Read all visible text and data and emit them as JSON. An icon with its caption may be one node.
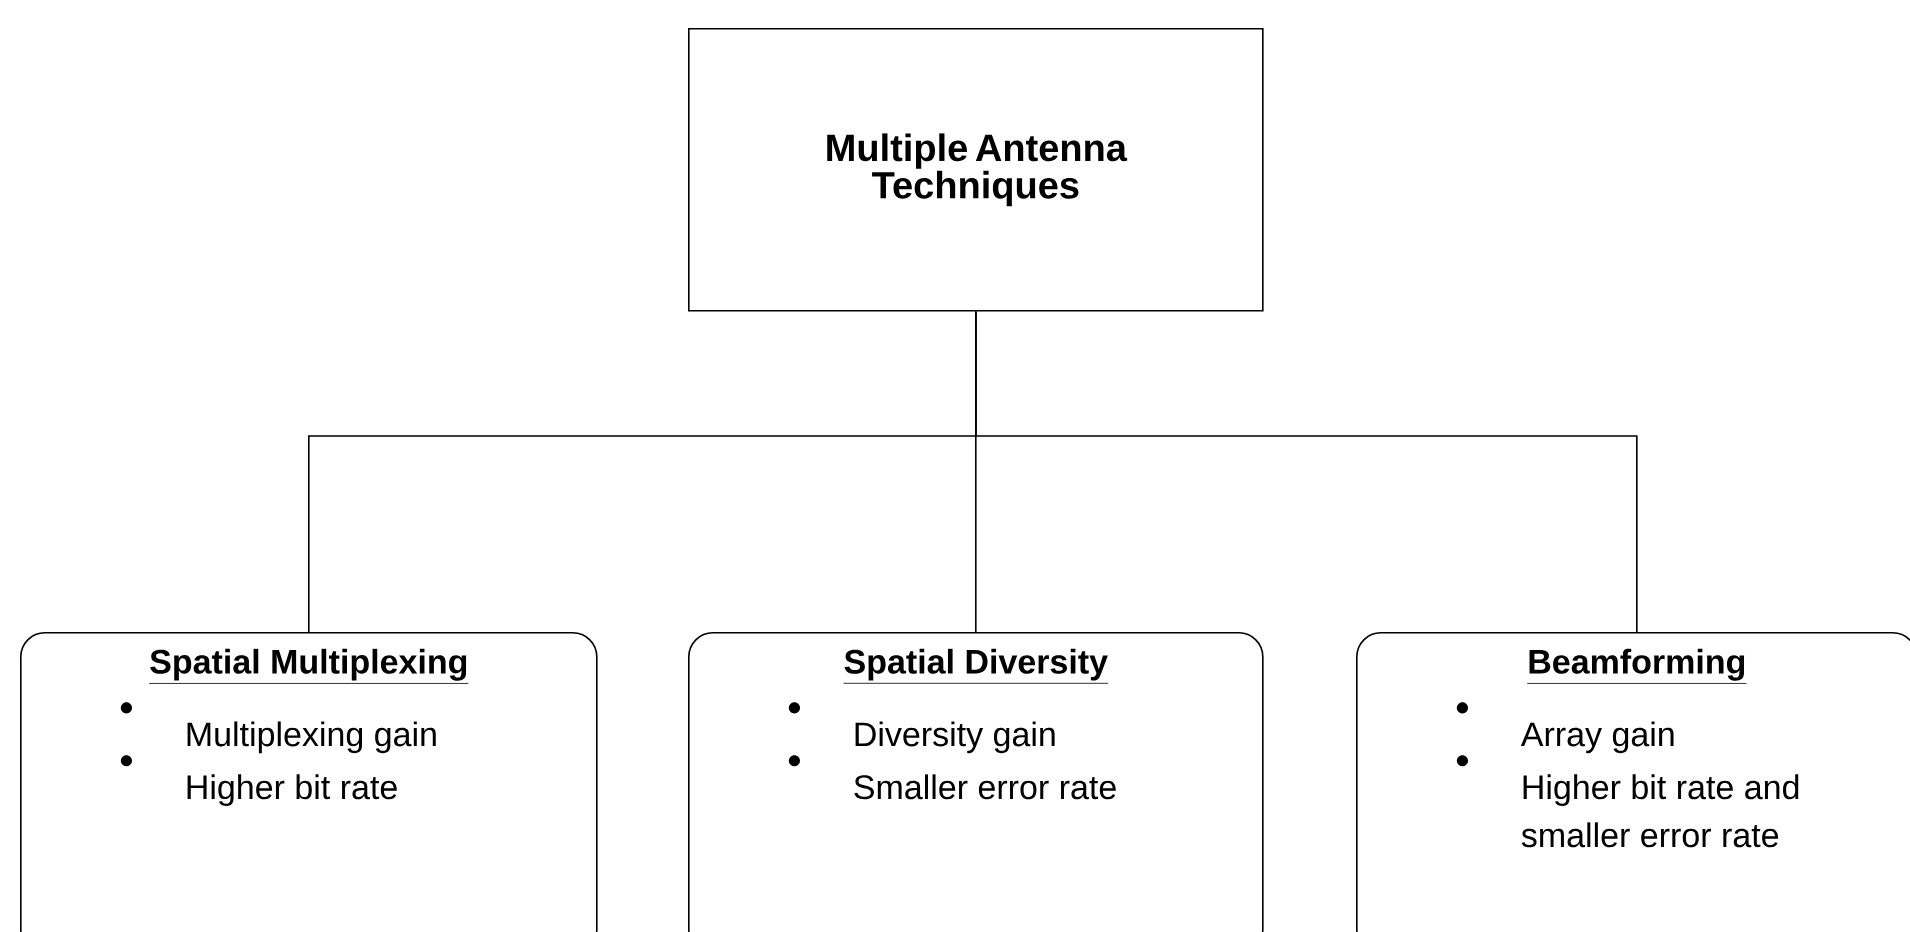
{
  "diagram": {
    "nodes": [
      {
        "text": [
          "Multiple Antenna Techniques"
        ]
      },
      {
        "text": [
          "Spatial Multiplexing",
          "Multiplexing gain",
          "Higher bit rate"
        ]
      },
      {
        "text": [
          "Spatial Diversity",
          "Diversity gain",
          "Smaller error rate"
        ]
      },
      {
        "text": [
          "Beamforming",
          "Array gain",
          "Higher bit rate and smaller error rate"
        ]
      }
    ],
    "edges": [
      {
        "from": 0,
        "to": 1,
        "arrow": "none"
      },
      {
        "from": 0,
        "to": 2,
        "arrow": "none"
      },
      {
        "from": 0,
        "to": 3,
        "arrow": "none"
      }
    ]
  }
}
